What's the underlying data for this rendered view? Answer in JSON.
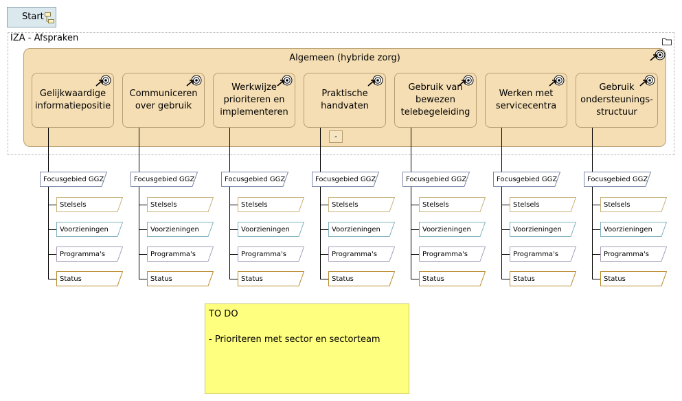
{
  "start": {
    "label": "Start"
  },
  "group": {
    "title": "IZA - Afspraken"
  },
  "main": {
    "title": "Algemeen (hybride zorg)",
    "collapse_label": "-"
  },
  "cards": [
    {
      "label": "Gelijkwaardige informatiepositie"
    },
    {
      "label": "Communiceren over gebruik"
    },
    {
      "label": "Werkwijze prioriteren en implementeren"
    },
    {
      "label": "Praktische handvaten"
    },
    {
      "label": "Gebruik van bewezen telebegeleiding"
    },
    {
      "label": "Werken met servicecentra"
    },
    {
      "label": "Gebruik ondersteunings-structuur"
    }
  ],
  "branch_labels": {
    "focus": "Focusgebied GGZ",
    "items": [
      "Stelsels",
      "Voorzieningen",
      "Programma's",
      "Status"
    ]
  },
  "note": {
    "title": "TO DO",
    "body": "- Prioriteren met sector en sectorteam"
  },
  "colors": {
    "card_fill": "#f5deb3",
    "card_border": "#b59e72",
    "start_fill": "#dbe9ef",
    "note_fill": "#fefe7f",
    "stelsels_border": "#c8b078",
    "voorzieningen_border": "#7fb2bf",
    "programmas_border": "#a89cb8",
    "status_border": "#b8892a",
    "focus_border": "#7a86a8"
  }
}
